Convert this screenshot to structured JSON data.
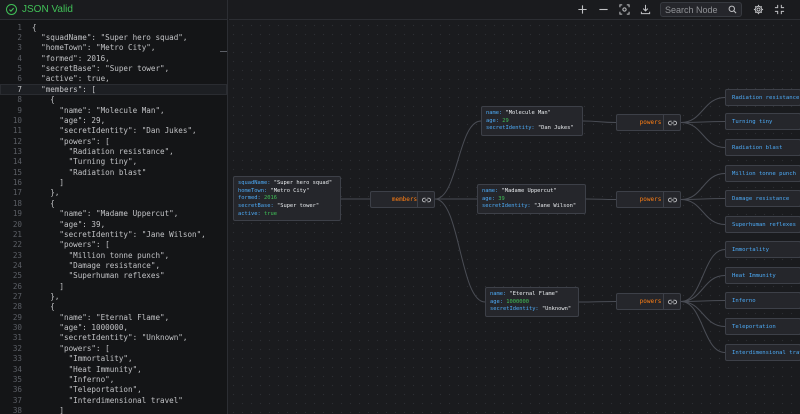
{
  "status": {
    "label": "JSON Valid"
  },
  "toolbar": {
    "search_placeholder": "Search Node",
    "buttons": [
      "zoom-in",
      "zoom-out",
      "focus",
      "download",
      "search",
      "settings",
      "fullscreen"
    ]
  },
  "editor": {
    "active_line": 7,
    "lines": [
      "{",
      "  \"squadName\": \"Super hero squad\",",
      "  \"homeTown\": \"Metro City\",",
      "  \"formed\": 2016,",
      "  \"secretBase\": \"Super tower\",",
      "  \"active\": true,",
      "  \"members\": [",
      "    {",
      "      \"name\": \"Molecule Man\",",
      "      \"age\": 29,",
      "      \"secretIdentity\": \"Dan Jukes\",",
      "      \"powers\": [",
      "        \"Radiation resistance\",",
      "        \"Turning tiny\",",
      "        \"Radiation blast\"",
      "      ]",
      "    },",
      "    {",
      "      \"name\": \"Madame Uppercut\",",
      "      \"age\": 39,",
      "      \"secretIdentity\": \"Jane Wilson\",",
      "      \"powers\": [",
      "        \"Million tonne punch\",",
      "        \"Damage resistance\",",
      "        \"Superhuman reflexes\"",
      "      ]",
      "    },",
      "    {",
      "      \"name\": \"Eternal Flame\",",
      "      \"age\": 1000000,",
      "      \"secretIdentity\": \"Unknown\",",
      "      \"powers\": [",
      "        \"Immortality\",",
      "        \"Heat Immunity\",",
      "        \"Inferno\",",
      "        \"Teleportation\",",
      "        \"Interdimensional travel\"",
      "      ]"
    ]
  },
  "graph": {
    "root": {
      "rows": [
        {
          "key": "squadName",
          "value": "\"Super hero squad\"",
          "type": "string"
        },
        {
          "key": "homeTown",
          "value": "\"Metro City\"",
          "type": "string"
        },
        {
          "key": "formed",
          "value": "2016",
          "type": "number"
        },
        {
          "key": "secretBase",
          "value": "\"Super tower\"",
          "type": "string"
        },
        {
          "key": "active",
          "value": "true",
          "type": "bool"
        }
      ]
    },
    "members_label": "members",
    "powers_label": "powers",
    "members": [
      {
        "rows": [
          {
            "key": "name",
            "value": "\"Molecule Man\"",
            "type": "string"
          },
          {
            "key": "age",
            "value": "29",
            "type": "number"
          },
          {
            "key": "secretIdentity",
            "value": "\"Dan Jukes\"",
            "type": "string"
          }
        ],
        "powers": [
          "Radiation resistance",
          "Turning tiny",
          "Radiation blast"
        ]
      },
      {
        "rows": [
          {
            "key": "name",
            "value": "\"Madame Uppercut\"",
            "type": "string"
          },
          {
            "key": "age",
            "value": "39",
            "type": "number"
          },
          {
            "key": "secretIdentity",
            "value": "\"Jane Wilson\"",
            "type": "string"
          }
        ],
        "powers": [
          "Million tonne punch",
          "Damage resistance",
          "Superhuman reflexes"
        ]
      },
      {
        "rows": [
          {
            "key": "name",
            "value": "\"Eternal Flame\"",
            "type": "string"
          },
          {
            "key": "age",
            "value": "1000000",
            "type": "number"
          },
          {
            "key": "secretIdentity",
            "value": "\"Unknown\"",
            "type": "string"
          }
        ],
        "powers": [
          "Immortality",
          "Heat Immunity",
          "Inferno",
          "Teleportation",
          "Interdimensional travel"
        ]
      }
    ]
  },
  "colors": {
    "valid": "#40c057",
    "key": "#4dabf7",
    "parent": "#fd7e14",
    "number": "#40c057"
  }
}
